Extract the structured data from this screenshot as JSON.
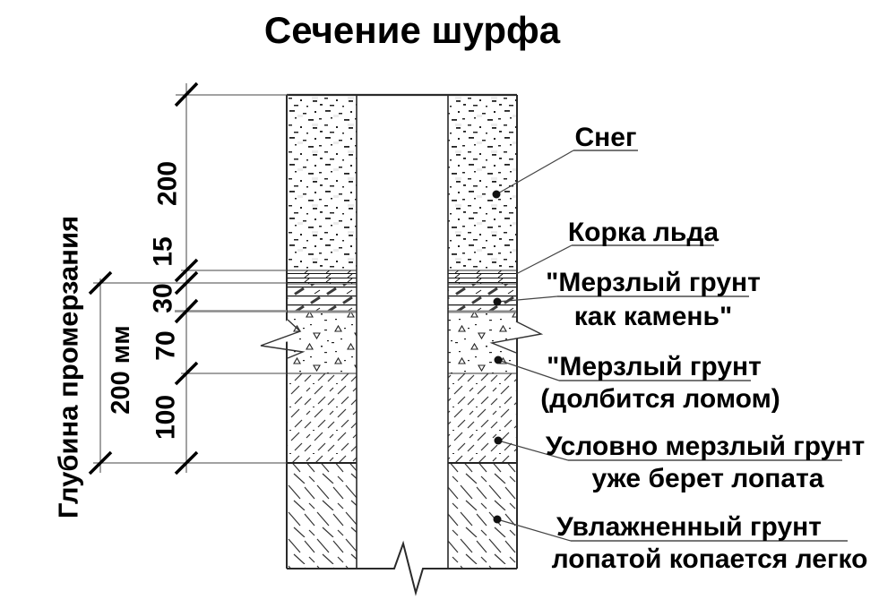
{
  "title": "Сечение шурфа",
  "left_dimensions": {
    "frost_label": "Глубина промерзания",
    "frost_depth": "200 мм",
    "snow": "200",
    "ice_crust": "15",
    "frozen_stone": "30",
    "frozen_crowbar": "70",
    "conditionally_frozen": "100"
  },
  "annotations": {
    "snow": {
      "line1": "Снег"
    },
    "ice_crust": {
      "line1": "Корка льда"
    },
    "frozen_stone": {
      "line1": "\"Мерзлый грунт",
      "line2": "как камень\""
    },
    "frozen_crowbar": {
      "line1": "\"Мерзлый грунт",
      "line2": "(долбится ломом)"
    },
    "conditionally_frozen": {
      "line1": "Условно мерзлый грунт",
      "line2": "уже берет лопата"
    },
    "moist": {
      "line1": "Увлажненный грунт",
      "line2": "лопатой копается легко"
    }
  },
  "colors": {
    "line": "#333333",
    "thick_grey_boundary": "#8a8a8a",
    "leader": "#444444",
    "background": "#ffffff",
    "text": "#000000"
  }
}
